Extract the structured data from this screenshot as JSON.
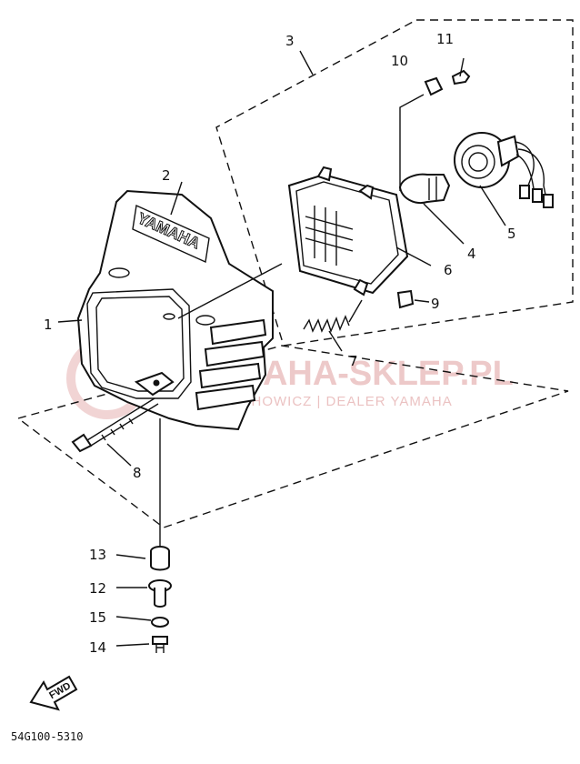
{
  "callouts": [
    {
      "id": "1",
      "label": "1"
    },
    {
      "id": "2",
      "label": "2"
    },
    {
      "id": "3",
      "label": "3"
    },
    {
      "id": "4",
      "label": "4"
    },
    {
      "id": "5",
      "label": "5"
    },
    {
      "id": "6",
      "label": "6"
    },
    {
      "id": "7",
      "label": "7"
    },
    {
      "id": "8",
      "label": "8"
    },
    {
      "id": "9",
      "label": "9"
    },
    {
      "id": "10",
      "label": "10"
    },
    {
      "id": "11",
      "label": "11"
    },
    {
      "id": "12",
      "label": "12"
    },
    {
      "id": "13",
      "label": "13"
    },
    {
      "id": "14",
      "label": "14"
    },
    {
      "id": "15",
      "label": "15"
    }
  ],
  "cowl_brand": "YAMAHA",
  "fwd_label": "FWD",
  "diagram_code": "54G100-5310",
  "watermark": {
    "main": "YAMAHA-SKLEP.PL",
    "sub": "MICHOWICZ | DEALER YAMAHA"
  },
  "colors": {
    "ink": "#111111",
    "watermark": "#e8b8b8"
  }
}
